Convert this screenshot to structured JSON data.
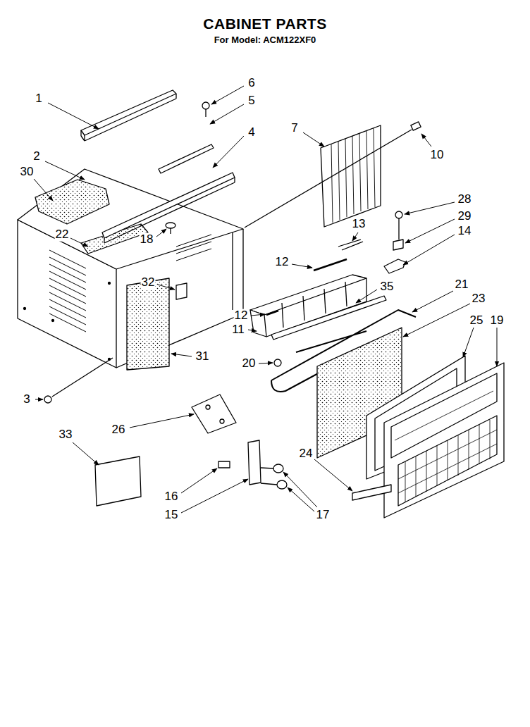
{
  "diagram": {
    "title": "CABINET PARTS",
    "labels": [
      "For Model: ACM122XF0",
      "1",
      "6",
      "5",
      "4",
      "2",
      "30",
      "7",
      "10",
      "28",
      "29",
      "22",
      "18",
      "13",
      "14",
      "12",
      "32",
      "35",
      "21",
      "23",
      "25",
      "19",
      "12",
      "11",
      "31",
      "20",
      "3",
      "26",
      "33",
      "24",
      "16",
      "15",
      "17"
    ]
  }
}
